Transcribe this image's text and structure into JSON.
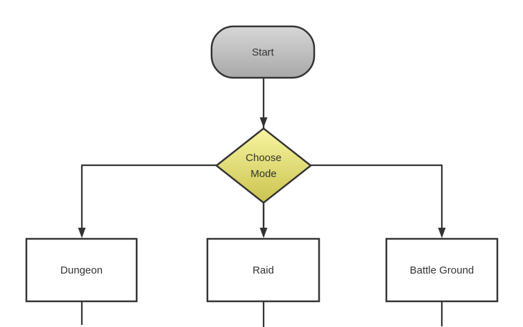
{
  "diagram_type": "flowchart",
  "colors": {
    "background": "#ffffff",
    "line": "#333333",
    "text": "#333333",
    "node_border": "#333333",
    "start_fill_top": "#d7d7d7",
    "start_fill_bottom": "#a8a8a8",
    "decision_fill_top": "#f7f5a2",
    "decision_fill_bottom": "#cbc34f",
    "process_fill": "#ffffff"
  },
  "nodes": {
    "start": {
      "label": "Start",
      "shape": "rounded-rectangle"
    },
    "choose_mode": {
      "label": "Choose Mode",
      "shape": "diamond"
    },
    "dungeon": {
      "label": "Dungeon",
      "shape": "rectangle"
    },
    "raid": {
      "label": "Raid",
      "shape": "rectangle"
    },
    "battle_ground": {
      "label": "Battle Ground",
      "shape": "rectangle"
    }
  },
  "edges": [
    {
      "from": "start",
      "to": "choose_mode"
    },
    {
      "from": "choose_mode",
      "to": "dungeon"
    },
    {
      "from": "choose_mode",
      "to": "raid"
    },
    {
      "from": "choose_mode",
      "to": "battle_ground"
    },
    {
      "from": "dungeon",
      "to": "below"
    },
    {
      "from": "raid",
      "to": "below"
    },
    {
      "from": "battle_ground",
      "to": "below"
    }
  ]
}
